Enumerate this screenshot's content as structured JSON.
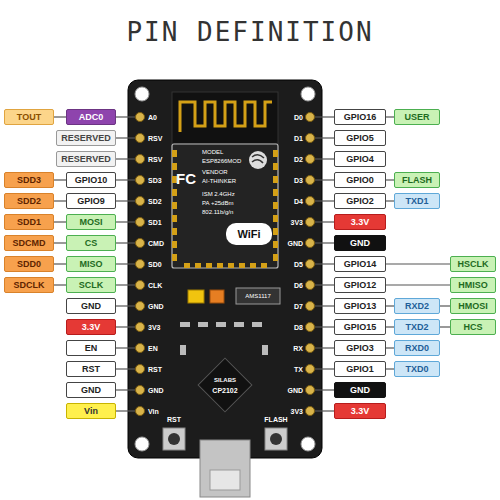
{
  "diagram": {
    "title": "PIN DEFINITION",
    "nodes": [
      {
        "text": [
          "TOUT"
        ]
      },
      {
        "text": [
          "ADC0"
        ]
      },
      {
        "text": [
          "GPIO16"
        ]
      },
      {
        "text": [
          "USER"
        ]
      },
      {
        "text": [
          "RESERVED"
        ]
      },
      {
        "text": [
          "GPIO5"
        ]
      },
      {
        "text": [
          "RESERVED"
        ]
      },
      {
        "text": [
          "GPIO4"
        ]
      },
      {
        "text": [
          "SDD3"
        ]
      },
      {
        "text": [
          "GPIO10"
        ]
      },
      {
        "text": [
          "GPIO0"
        ]
      },
      {
        "text": [
          "FLASH"
        ]
      },
      {
        "text": [
          "SDD2"
        ]
      },
      {
        "text": [
          "GPIO9"
        ]
      },
      {
        "text": [
          "GPIO2"
        ]
      },
      {
        "text": [
          "TXD1"
        ]
      },
      {
        "text": [
          "SDD1"
        ]
      },
      {
        "text": [
          "MOSI"
        ]
      },
      {
        "text": [
          "3.3V"
        ]
      },
      {
        "text": [
          "SDCMD"
        ]
      },
      {
        "text": [
          "CS"
        ]
      },
      {
        "text": [
          "GND"
        ]
      },
      {
        "text": [
          "SDD0"
        ]
      },
      {
        "text": [
          "MISO"
        ]
      },
      {
        "text": [
          "GPIO14"
        ]
      },
      {
        "text": [
          "HSCLK"
        ]
      },
      {
        "text": [
          "SDCLK"
        ]
      },
      {
        "text": [
          "SCLK"
        ]
      },
      {
        "text": [
          "GPIO12"
        ]
      },
      {
        "text": [
          "HMISO"
        ]
      },
      {
        "text": [
          "GND"
        ]
      },
      {
        "text": [
          "GPIO13"
        ]
      },
      {
        "text": [
          "RXD2"
        ]
      },
      {
        "text": [
          "HMOSI"
        ]
      },
      {
        "text": [
          "3.3V"
        ]
      },
      {
        "text": [
          "GPIO15"
        ]
      },
      {
        "text": [
          "TXD2"
        ]
      },
      {
        "text": [
          "HCS"
        ]
      },
      {
        "text": [
          "EN"
        ]
      },
      {
        "text": [
          "GPIO3"
        ]
      },
      {
        "text": [
          "RXD0"
        ]
      },
      {
        "text": [
          "RST"
        ]
      },
      {
        "text": [
          "GPIO1"
        ]
      },
      {
        "text": [
          "TXD0"
        ]
      },
      {
        "text": [
          "GND"
        ]
      },
      {
        "text": [
          "GND"
        ]
      },
      {
        "text": [
          "Vin"
        ]
      },
      {
        "text": [
          "3.3V"
        ]
      }
    ],
    "edges": [
      {
        "from": 0,
        "to": 1,
        "arrow": "none"
      },
      {
        "from": 2,
        "to": 3,
        "arrow": "none"
      },
      {
        "from": 8,
        "to": 9,
        "arrow": "none"
      },
      {
        "from": 10,
        "to": 11,
        "arrow": "none"
      },
      {
        "from": 12,
        "to": 13,
        "arrow": "none"
      },
      {
        "from": 14,
        "to": 15,
        "arrow": "none"
      },
      {
        "from": 16,
        "to": 17,
        "arrow": "none"
      },
      {
        "from": 19,
        "to": 20,
        "arrow": "none"
      },
      {
        "from": 22,
        "to": 23,
        "arrow": "none"
      },
      {
        "from": 24,
        "to": 25,
        "arrow": "none"
      },
      {
        "from": 26,
        "to": 27,
        "arrow": "none"
      },
      {
        "from": 28,
        "to": 29,
        "arrow": "none"
      },
      {
        "from": 31,
        "to": 32,
        "arrow": "none"
      },
      {
        "from": 32,
        "to": 33,
        "arrow": "none"
      },
      {
        "from": 35,
        "to": 36,
        "arrow": "none"
      },
      {
        "from": 36,
        "to": 37,
        "arrow": "none"
      },
      {
        "from": 39,
        "to": 40,
        "arrow": "none"
      },
      {
        "from": 42,
        "to": 43,
        "arrow": "none"
      }
    ],
    "labels": [
      "A0",
      "RSV",
      "RSV",
      "SD3",
      "SD2",
      "SD1",
      "CMD",
      "SD0",
      "CLK",
      "GND",
      "3V3",
      "EN",
      "RST",
      "GND",
      "Vin",
      "D0",
      "D1",
      "D2",
      "D3",
      "D4",
      "3V3",
      "GND",
      "D5",
      "D6",
      "D7",
      "D8",
      "RX",
      "TX",
      "GND",
      "3V3",
      "FC",
      "MODEL",
      "ESP8266MOD",
      "VENDOR",
      "AI-THINKER",
      "ISM 2.4GHz",
      "PA +25dBm",
      "802.11b/g/n",
      "WiFi",
      "AMS1117",
      "SILABS",
      "CP2102",
      "RST",
      "FLASH"
    ]
  }
}
